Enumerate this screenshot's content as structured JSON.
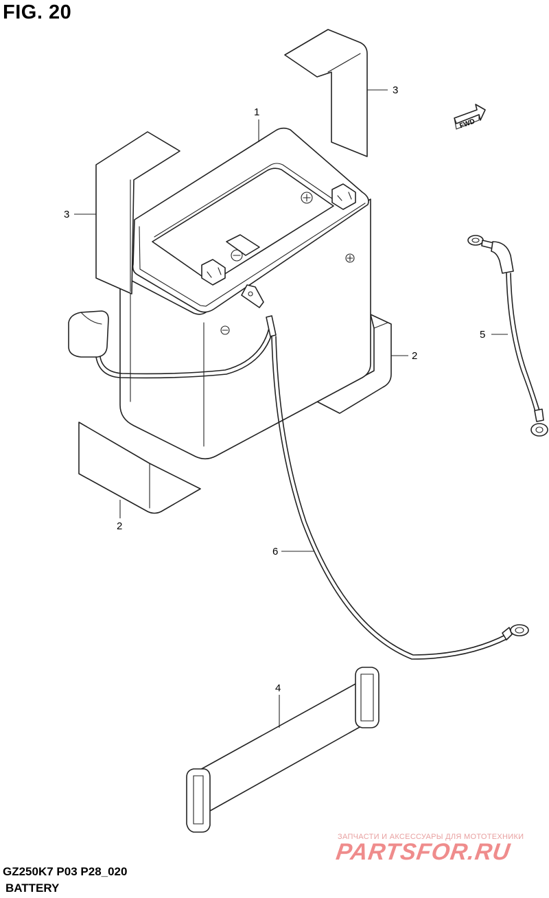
{
  "figure": {
    "title": "FIG. 20"
  },
  "footer": {
    "model_code": "GZ250K7 P03 P28_020",
    "section_name": "BATTERY"
  },
  "direction_arrow": {
    "label": "FWD"
  },
  "callouts": [
    {
      "label": "1"
    },
    {
      "label": "3"
    },
    {
      "label": "3"
    },
    {
      "label": "2"
    },
    {
      "label": "2"
    },
    {
      "label": "5"
    },
    {
      "label": "6"
    },
    {
      "label": "4"
    }
  ],
  "watermark": {
    "tagline": "ЗАПЧАСТИ И АКСЕССУАРЫ ДЛЯ МОТОТЕХНИКИ",
    "brand": "PARTSFOR.RU"
  },
  "colors": {
    "line": "#222222",
    "background": "#ffffff",
    "watermark": "#ef8c8c"
  }
}
